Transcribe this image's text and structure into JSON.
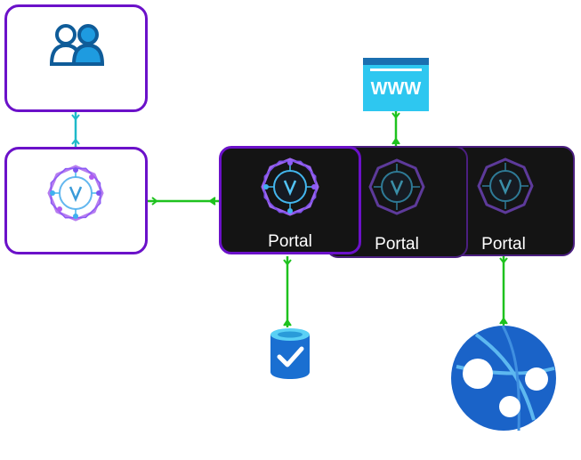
{
  "diagram": {
    "nodes": [
      {
        "id": "users",
        "icon": "users-icon"
      },
      {
        "id": "virtual-hub",
        "icon": "hub-icon"
      },
      {
        "id": "portal-1",
        "label": "Portal",
        "icon": "hub-icon"
      },
      {
        "id": "portal-2",
        "label": "Portal",
        "icon": "hub-icon"
      },
      {
        "id": "portal-3",
        "label": "Portal",
        "icon": "hub-icon"
      },
      {
        "id": "website",
        "icon": "www-icon",
        "text": "WWW"
      },
      {
        "id": "storage",
        "icon": "storage-check-icon"
      },
      {
        "id": "web-app",
        "icon": "web-app-globe-icon"
      }
    ],
    "edges": [
      {
        "from": "users",
        "to": "virtual-hub",
        "color": "#1fb9c9"
      },
      {
        "from": "virtual-hub",
        "to": "portal-1",
        "color": "#1ec21e"
      },
      {
        "from": "website",
        "to": "portal-2",
        "color": "#1ec21e"
      },
      {
        "from": "portal-1",
        "to": "storage",
        "color": "#1ec21e"
      },
      {
        "from": "portal-3",
        "to": "web-app",
        "color": "#1ec21e"
      }
    ],
    "colors": {
      "card_border": "#6b11c9",
      "portal_bg": "#141414",
      "connector_green": "#1ec21e",
      "connector_teal": "#1fb9c9",
      "users_icon": "#0f5c99",
      "www_icon": "#2ec7f0"
    }
  }
}
